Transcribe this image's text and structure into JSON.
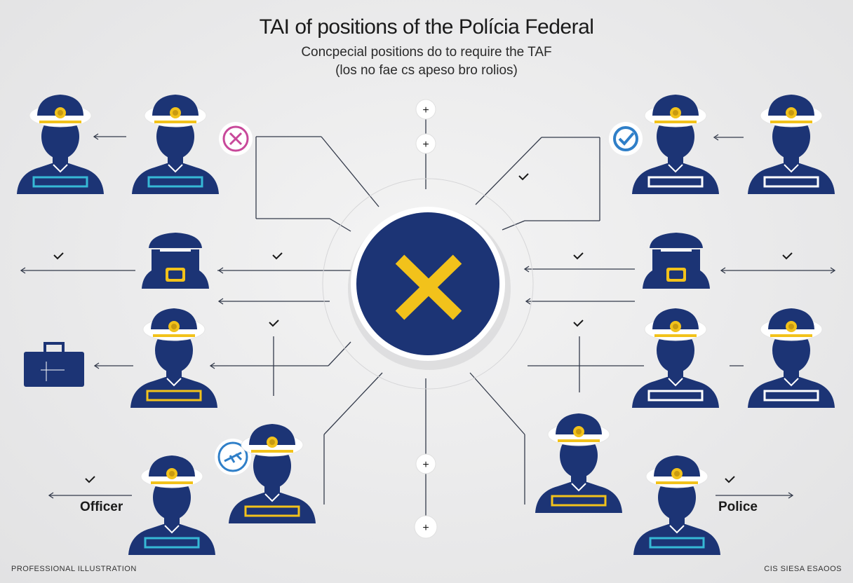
{
  "header": {
    "title": "TAI of positions of the Polícia Federal",
    "subtitle_1": "Concpecial positions do to require the TAF",
    "subtitle_2": "(los no fae cs apeso bro rolios)"
  },
  "labels": {
    "left": "Officer",
    "right": "Police"
  },
  "footer": {
    "left": "PROFESSIONAL ILLUSTRATION",
    "right": "CIS SIESA ESAOOS"
  },
  "colors": {
    "navy": "#1c3475",
    "gold": "#f2c21b",
    "white_cap": "#ffffff",
    "reject": "#c8489a",
    "approve": "#2f7fc8",
    "line": "#333a4a"
  },
  "center_symbol": "x-mark",
  "badges": [
    "x-icon",
    "check-icon",
    "plane-icon"
  ],
  "steps": [
    "+",
    "+",
    "+",
    "+"
  ]
}
